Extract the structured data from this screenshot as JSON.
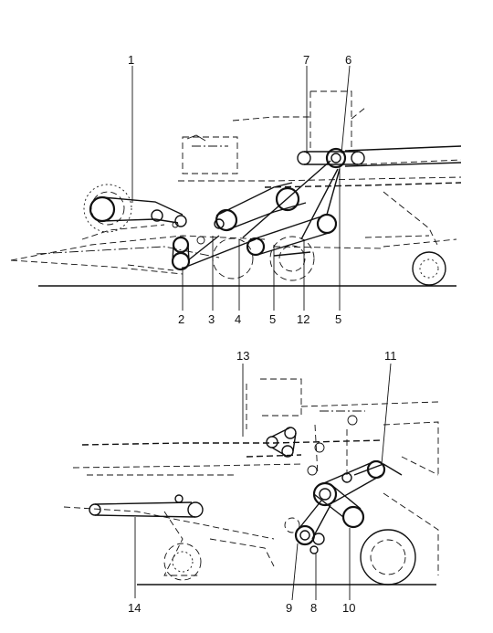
{
  "figure": {
    "top_labels": [
      "1",
      "7",
      "6",
      "2",
      "3",
      "4",
      "5",
      "12",
      "5"
    ],
    "bottom_labels": [
      "13",
      "11",
      "14",
      "9",
      "8",
      "10"
    ]
  }
}
